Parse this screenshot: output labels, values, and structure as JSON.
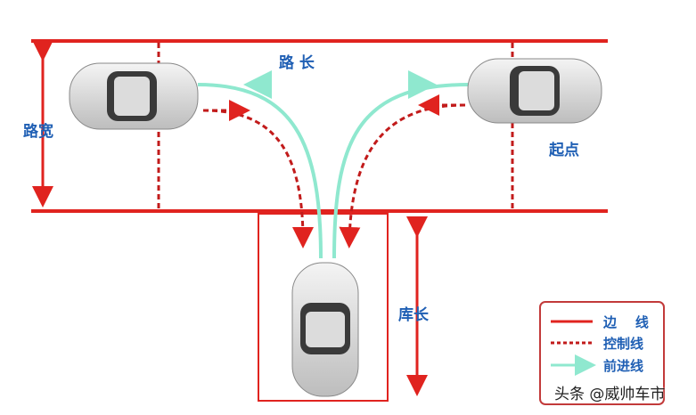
{
  "labels": {
    "road_length": "路  长",
    "road_width": "路宽",
    "start": "起点",
    "garage_length": "库长"
  },
  "legend": [
    {
      "label": "边    线",
      "style": "solid",
      "color": "#e0231f"
    },
    {
      "label": "控制线",
      "style": "dashed",
      "color": "#c21b1b"
    },
    {
      "label": "前进线",
      "style": "arrow",
      "color": "#8fe8cf"
    }
  ],
  "watermark": "头条 @威帅车市",
  "colors": {
    "edge": "#e0231f",
    "control": "#c21b1b",
    "forward": "#8fe8cf",
    "text": "#1f5fb4"
  }
}
